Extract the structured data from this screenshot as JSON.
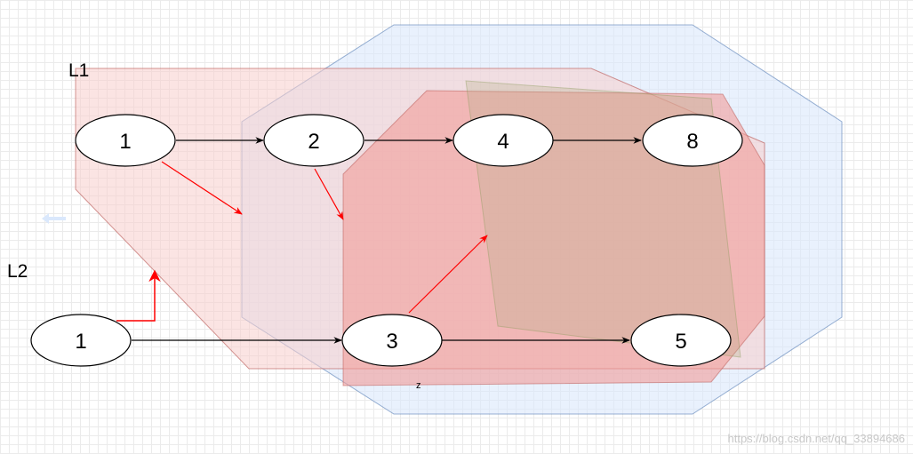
{
  "diagram": {
    "labels": {
      "l1": "L1",
      "l2": "L2",
      "z": "z"
    },
    "nodes": {
      "n1_top": "1",
      "n2": "2",
      "n4": "4",
      "n8": "8",
      "n1_bottom": "1",
      "n3": "3",
      "n5": "5"
    },
    "colors": {
      "blue_region": "#dae8fc",
      "pink_region": "#f8cecc",
      "red_region": "#f19c99",
      "olive_region": "#c2b89c",
      "black_arrow": "#000000",
      "red_arrow": "#ff0000"
    }
  },
  "watermark": "https://blog.csdn.net/qq_33894686"
}
